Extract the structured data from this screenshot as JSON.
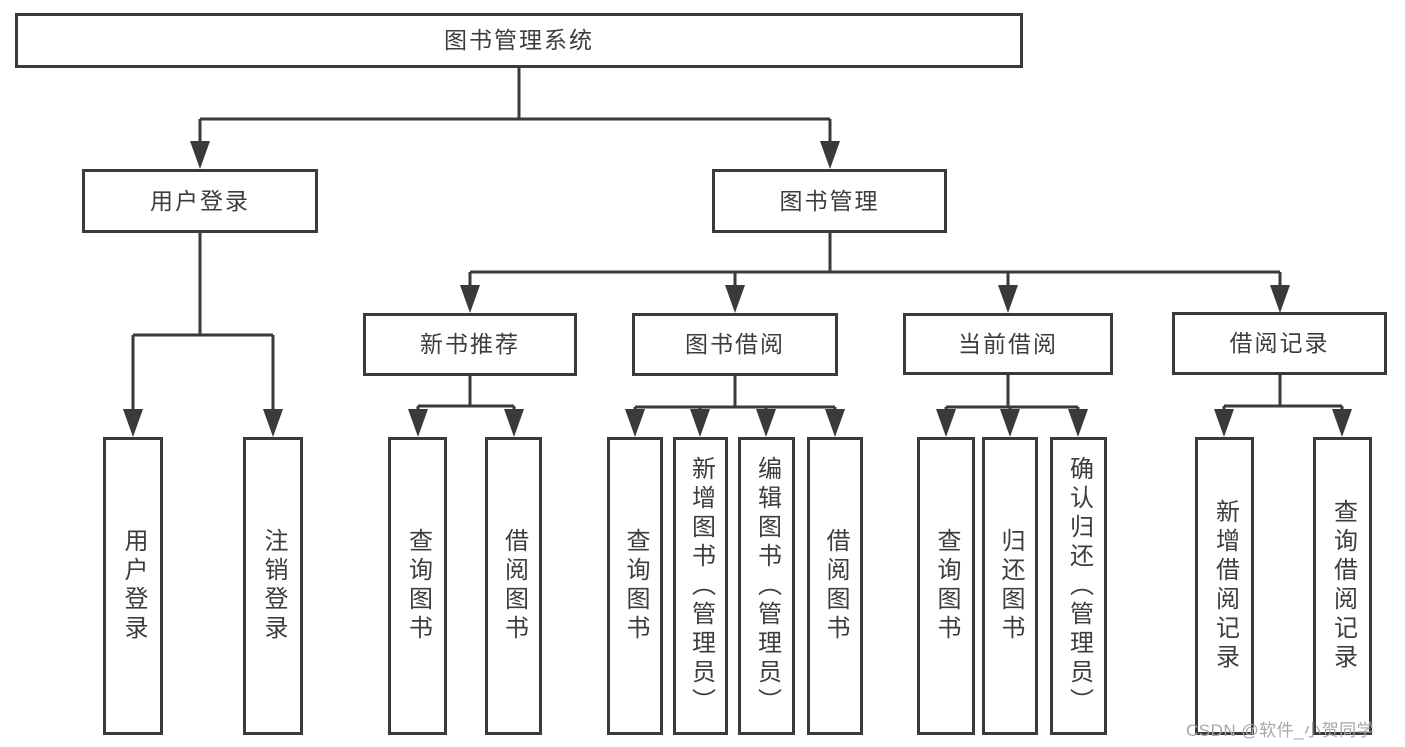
{
  "diagram": {
    "type": "hierarchy-tree",
    "colors": {
      "background": "#ffffff",
      "line": "#3a3a3a",
      "border": "#3a3a3a",
      "text": "#3d3d3d",
      "watermark": "#a7a7aa"
    },
    "watermark": "CSDN @软件_小贺同学",
    "nodes": {
      "root": {
        "label": "图书管理系统"
      },
      "user_login": {
        "label": "用户登录"
      },
      "book_mgmt": {
        "label": "图书管理"
      },
      "new_book_recommend": {
        "label": "新书推荐"
      },
      "book_borrow": {
        "label": "图书借阅"
      },
      "current_borrow": {
        "label": "当前借阅"
      },
      "borrow_records": {
        "label": "借阅记录"
      },
      "leaf_user_login": {
        "label": "用户登录"
      },
      "leaf_logout": {
        "label": "注销登录"
      },
      "leaf_rec_query_books": {
        "label": "查询图书"
      },
      "leaf_rec_borrow_books": {
        "label": "借阅图书"
      },
      "leaf_bb_query_books": {
        "label": "查询图书"
      },
      "leaf_bb_add_books": {
        "label": "新增图书（管理员）"
      },
      "leaf_bb_edit_books": {
        "label": "编辑图书（管理员）"
      },
      "leaf_bb_borrow_books": {
        "label": "借阅图书"
      },
      "leaf_cb_query_books": {
        "label": "查询图书"
      },
      "leaf_cb_return_books": {
        "label": "归还图书"
      },
      "leaf_cb_confirm_return": {
        "label": "确认归还（管理员）"
      },
      "leaf_br_add_record": {
        "label": "新增借阅记录"
      },
      "leaf_br_query_record": {
        "label": "查询借阅记录"
      }
    },
    "hierarchy": {
      "图书管理系统": {
        "用户登录": [
          "用户登录",
          "注销登录"
        ],
        "图书管理": {
          "新书推荐": [
            "查询图书",
            "借阅图书"
          ],
          "图书借阅": [
            "查询图书",
            "新增图书（管理员）",
            "编辑图书（管理员）",
            "借阅图书"
          ],
          "当前借阅": [
            "查询图书",
            "归还图书",
            "确认归还（管理员）"
          ],
          "借阅记录": [
            "新增借阅记录",
            "查询借阅记录"
          ]
        }
      }
    }
  }
}
